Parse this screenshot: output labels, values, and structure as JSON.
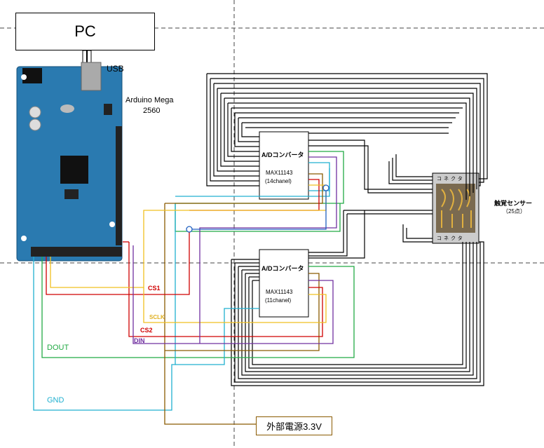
{
  "pc": {
    "label": "PC"
  },
  "usb": {
    "label": "USB"
  },
  "arduino": {
    "name_line1": "Arduino Mega",
    "name_line2": "2560"
  },
  "adc1": {
    "title": "A/Dコンバータ",
    "model": "MAX11143",
    "channels": "(14chanel)"
  },
  "adc2": {
    "title": "A/Dコンバータ",
    "model": "MAX11143",
    "channels": "(11chanel)"
  },
  "sensor": {
    "label": "触覚センサー",
    "points": "（25点）",
    "connector_text": "コネクタ"
  },
  "signals": {
    "cs1": "CS1",
    "sclk": "SCLK",
    "cs2": "CS2",
    "din": "DIN",
    "dout": "DOUT",
    "gnd": "GND"
  },
  "power": {
    "label": "外部電源3.3V"
  },
  "colors": {
    "cs": "#d00000",
    "sclk": "#f0c020",
    "din": "#7030a0",
    "dout": "#22aa44",
    "gnd": "#20b0d0",
    "power": "#8a5a00",
    "sensor_line": "#000000",
    "board": "#2a7ab0"
  }
}
